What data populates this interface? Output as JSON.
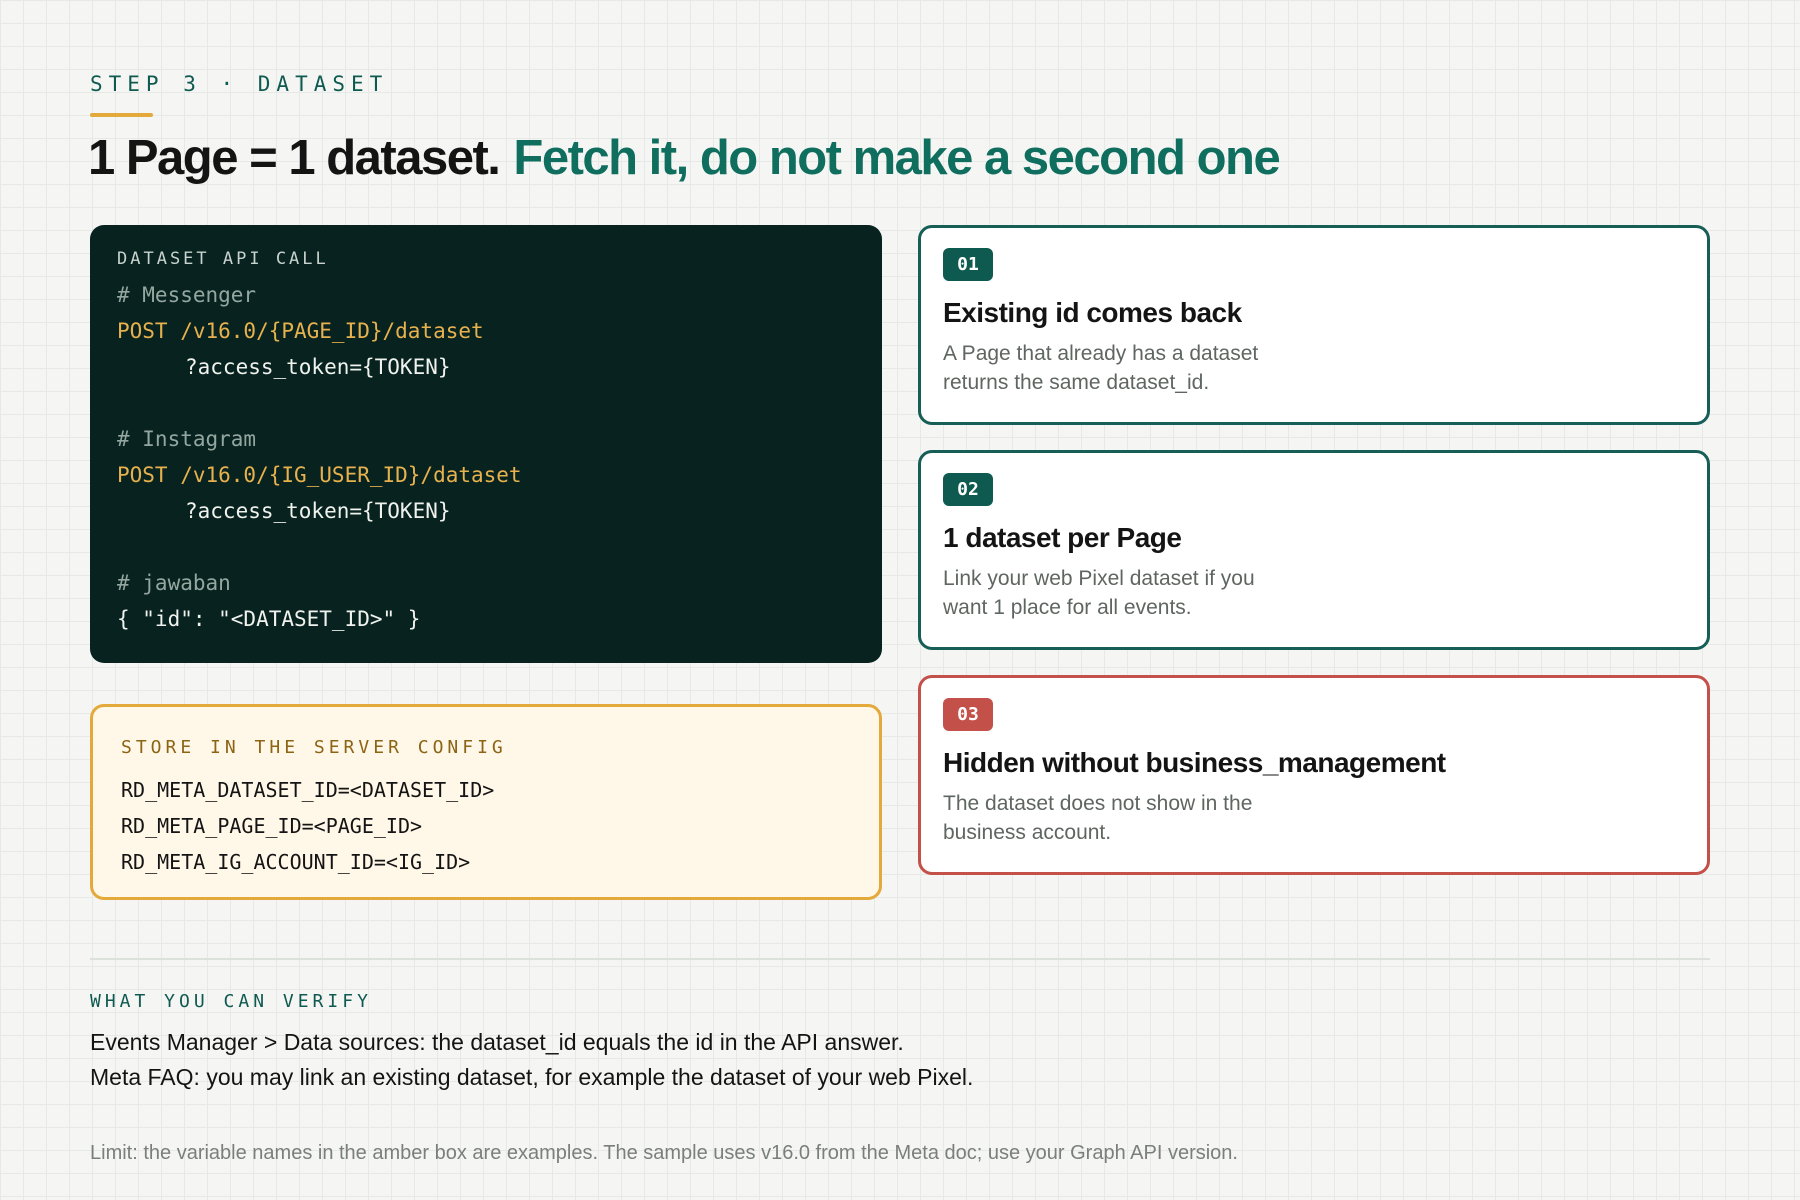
{
  "header": {
    "step_label": "STEP 3 · DATASET",
    "title_strong": "1 Page = 1 dataset.",
    "title_accent": "Fetch it, do not make a second one"
  },
  "code_card": {
    "caption": "DATASET API CALL",
    "lines": [
      "# Messenger",
      "POST /v16.0/{PAGE_ID}/dataset",
      "?access_token={TOKEN}",
      "# Instagram",
      "POST /v16.0/{IG_USER_ID}/dataset",
      "?access_token={TOKEN}",
      "# jawaban",
      "{ \"id\": \"<DATASET_ID>\" }"
    ]
  },
  "config_card": {
    "caption": "STORE IN THE SERVER CONFIG",
    "lines": [
      "RD_META_DATASET_ID=<DATASET_ID>",
      "RD_META_PAGE_ID=<PAGE_ID>",
      "RD_META_IG_ACCOUNT_ID=<IG_ID>"
    ]
  },
  "cards": [
    {
      "badge": "01",
      "title": "Existing id comes back",
      "desc": "A Page that already has a dataset returns the same dataset_id."
    },
    {
      "badge": "02",
      "title": "1 dataset per Page",
      "desc": "Link your web Pixel dataset if you want 1 place for all events."
    },
    {
      "badge": "03",
      "title": "Hidden without business_management",
      "desc": "The dataset does not show in the business account."
    }
  ],
  "verify": {
    "label": "WHAT YOU CAN VERIFY",
    "lines": [
      "Events Manager > Data sources: the dataset_id equals the id in the API answer.",
      "Meta FAQ: you may link an existing dataset, for example the dataset of your web Pixel."
    ]
  },
  "limit_note": "Limit: the variable names in the amber box are examples. The sample uses v16.0 from the Meta doc; use your Graph API version.",
  "colors": {
    "teal": "#0f5a50",
    "accent_green": "#0f6e5e",
    "amber": "#e4a93b",
    "red": "#c4504a",
    "code_bg": "#08231f"
  }
}
